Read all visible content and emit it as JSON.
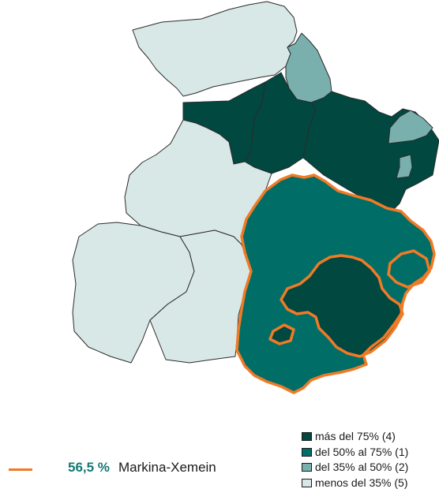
{
  "highlight": {
    "value": "56,5 %",
    "name": "Markina-Xemein"
  },
  "legend": [
    {
      "label": "más del 75% (4)",
      "color": "#004840"
    },
    {
      "label": "del 50% al 75% (1)",
      "color": "#006e67"
    },
    {
      "label": "del 35% al 50% (2)",
      "color": "#79b0ae"
    },
    {
      "label": "menos del 35% (5)",
      "color": "#d8e8e6"
    }
  ]
}
